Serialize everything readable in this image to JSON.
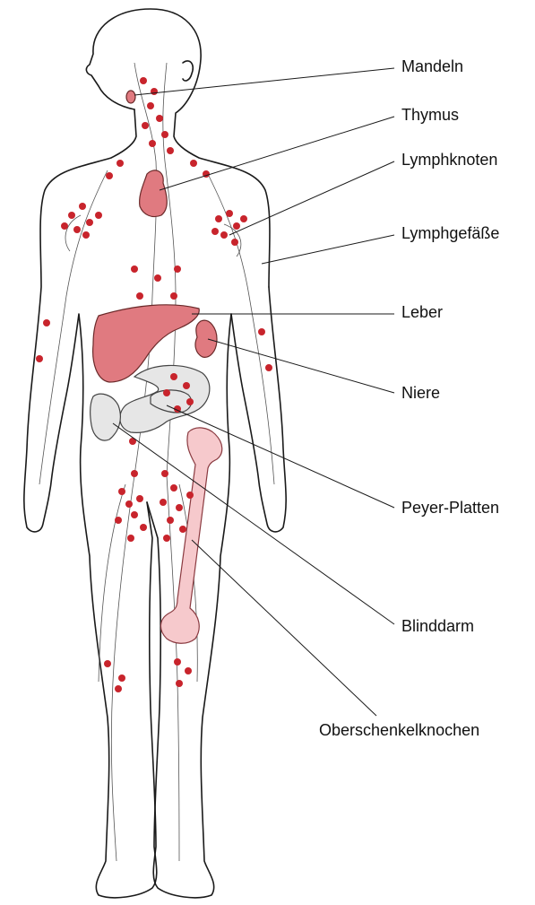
{
  "labels": {
    "mandeln": "Mandeln",
    "thymus": "Thymus",
    "lymphknoten": "Lymphknoten",
    "lymphgefaesse": "Lymphgefäße",
    "leber": "Leber",
    "niere": "Niere",
    "peyer": "Peyer-Platten",
    "blinddarm": "Blinddarm",
    "oberschenkel": "Oberschenkelknochen"
  },
  "colors": {
    "node": "#c8242c",
    "organ": "#e07a80",
    "bone": "#f6c9cc",
    "intestine": "#e6e6e6"
  }
}
